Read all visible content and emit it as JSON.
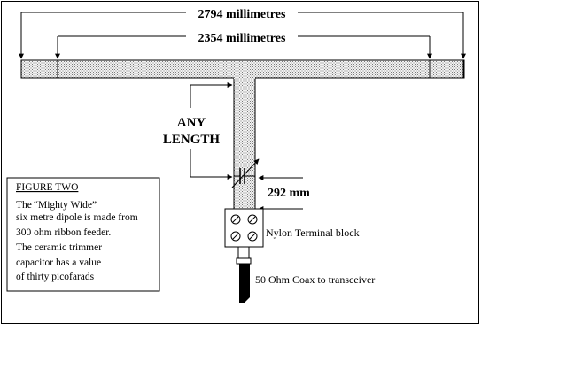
{
  "dimensions": {
    "outer": "2794 millimetres",
    "inner": "2354 millimetres",
    "gap": "292 mm"
  },
  "feeder_label": {
    "line1": "ANY",
    "line2": "LENGTH"
  },
  "labels": {
    "terminal_block": "Nylon Terminal block",
    "coax": "50 Ohm Coax to transceiver"
  },
  "caption": {
    "heading": "FIGURE TWO",
    "line1_pre": "The",
    "line1_name": "Mighty Wide",
    "line2": "six metre dipole is made from",
    "line3": "300 ohm ribbon feeder.",
    "line4": "The ceramic trimmer",
    "line5": "capacitor has a value",
    "line6": "of thirty picofarads"
  },
  "colors": {
    "line": "#000000",
    "ribbon_fill": "#dcdcdc",
    "coax": "#000000",
    "background": "#ffffff"
  }
}
